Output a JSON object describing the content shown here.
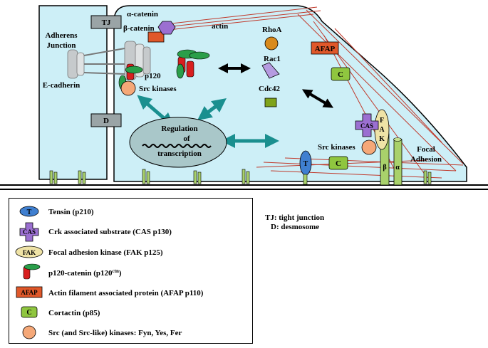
{
  "diagram": {
    "labels": {
      "tj": "TJ",
      "d": "D",
      "adherens_junction_line1": "Adherens",
      "adherens_junction_line2": "Junction",
      "e_cadherin": "E-cadherin",
      "alpha_catenin": "α-catenin",
      "beta_catenin": "β-catenin",
      "actin": "actin",
      "p120": "p120",
      "src_kinases_left": "Src kinases",
      "rhoa": "RhoA",
      "rac1": "Rac1",
      "cdc42": "Cdc42",
      "afap": "AFAP",
      "cortactin_top": "C",
      "cortactin_bottom": "C",
      "regulation_line1": "Regulation",
      "regulation_line2": "of",
      "regulation_line3": "transcription",
      "cas": "CAS",
      "fak_f": "F",
      "fak_a": "A",
      "fak_k": "K",
      "src_kinases_right": "Src kinases",
      "tensin": "T",
      "beta_integrin": "β",
      "alpha_integrin": "α",
      "focal_line1": "Focal",
      "focal_line2": "Adhesion"
    },
    "colors": {
      "cell": "#cdeff7",
      "nucleus": "#a9c7c9",
      "arrow_teal": "#1a8f8f",
      "actin": "#c0392b",
      "junction_box": "#9aa4a6",
      "afap": "#e0582a",
      "cortactin": "#8fc63f",
      "src": "#f5a878",
      "cas": "#9b6fd1",
      "rhoa": "#d98a1c",
      "rac1": "#b59be0",
      "cdc42": "#7fa31a",
      "fak": "#efe3a6",
      "tensin": "#3f7fd0",
      "p120_red": "#d81f1f",
      "p120_green": "#2a9e4a",
      "integrin": "#a9d16b"
    }
  },
  "legend": {
    "items": [
      {
        "icon": "T",
        "text": "Tensin (p210)"
      },
      {
        "icon": "CAS",
        "text": "Crk associated substrate (CAS p130)"
      },
      {
        "icon": "FAK",
        "text": "Focal adhesion kinase (FAK p125)"
      },
      {
        "icon": "",
        "text": "p120-catenin (p120",
        "sup": "ctn",
        "suffix": ")"
      },
      {
        "icon": "AFAP",
        "text": "Actin filament associated protein (AFAP p110)"
      },
      {
        "icon": "C",
        "text": "Cortactin (p85)"
      },
      {
        "icon": "",
        "text": "Src (and Src-like) kinases:  Fyn, Yes, Fer"
      }
    ]
  },
  "notes": {
    "tj": "TJ: tight junction",
    "d": "D: desmosome"
  }
}
